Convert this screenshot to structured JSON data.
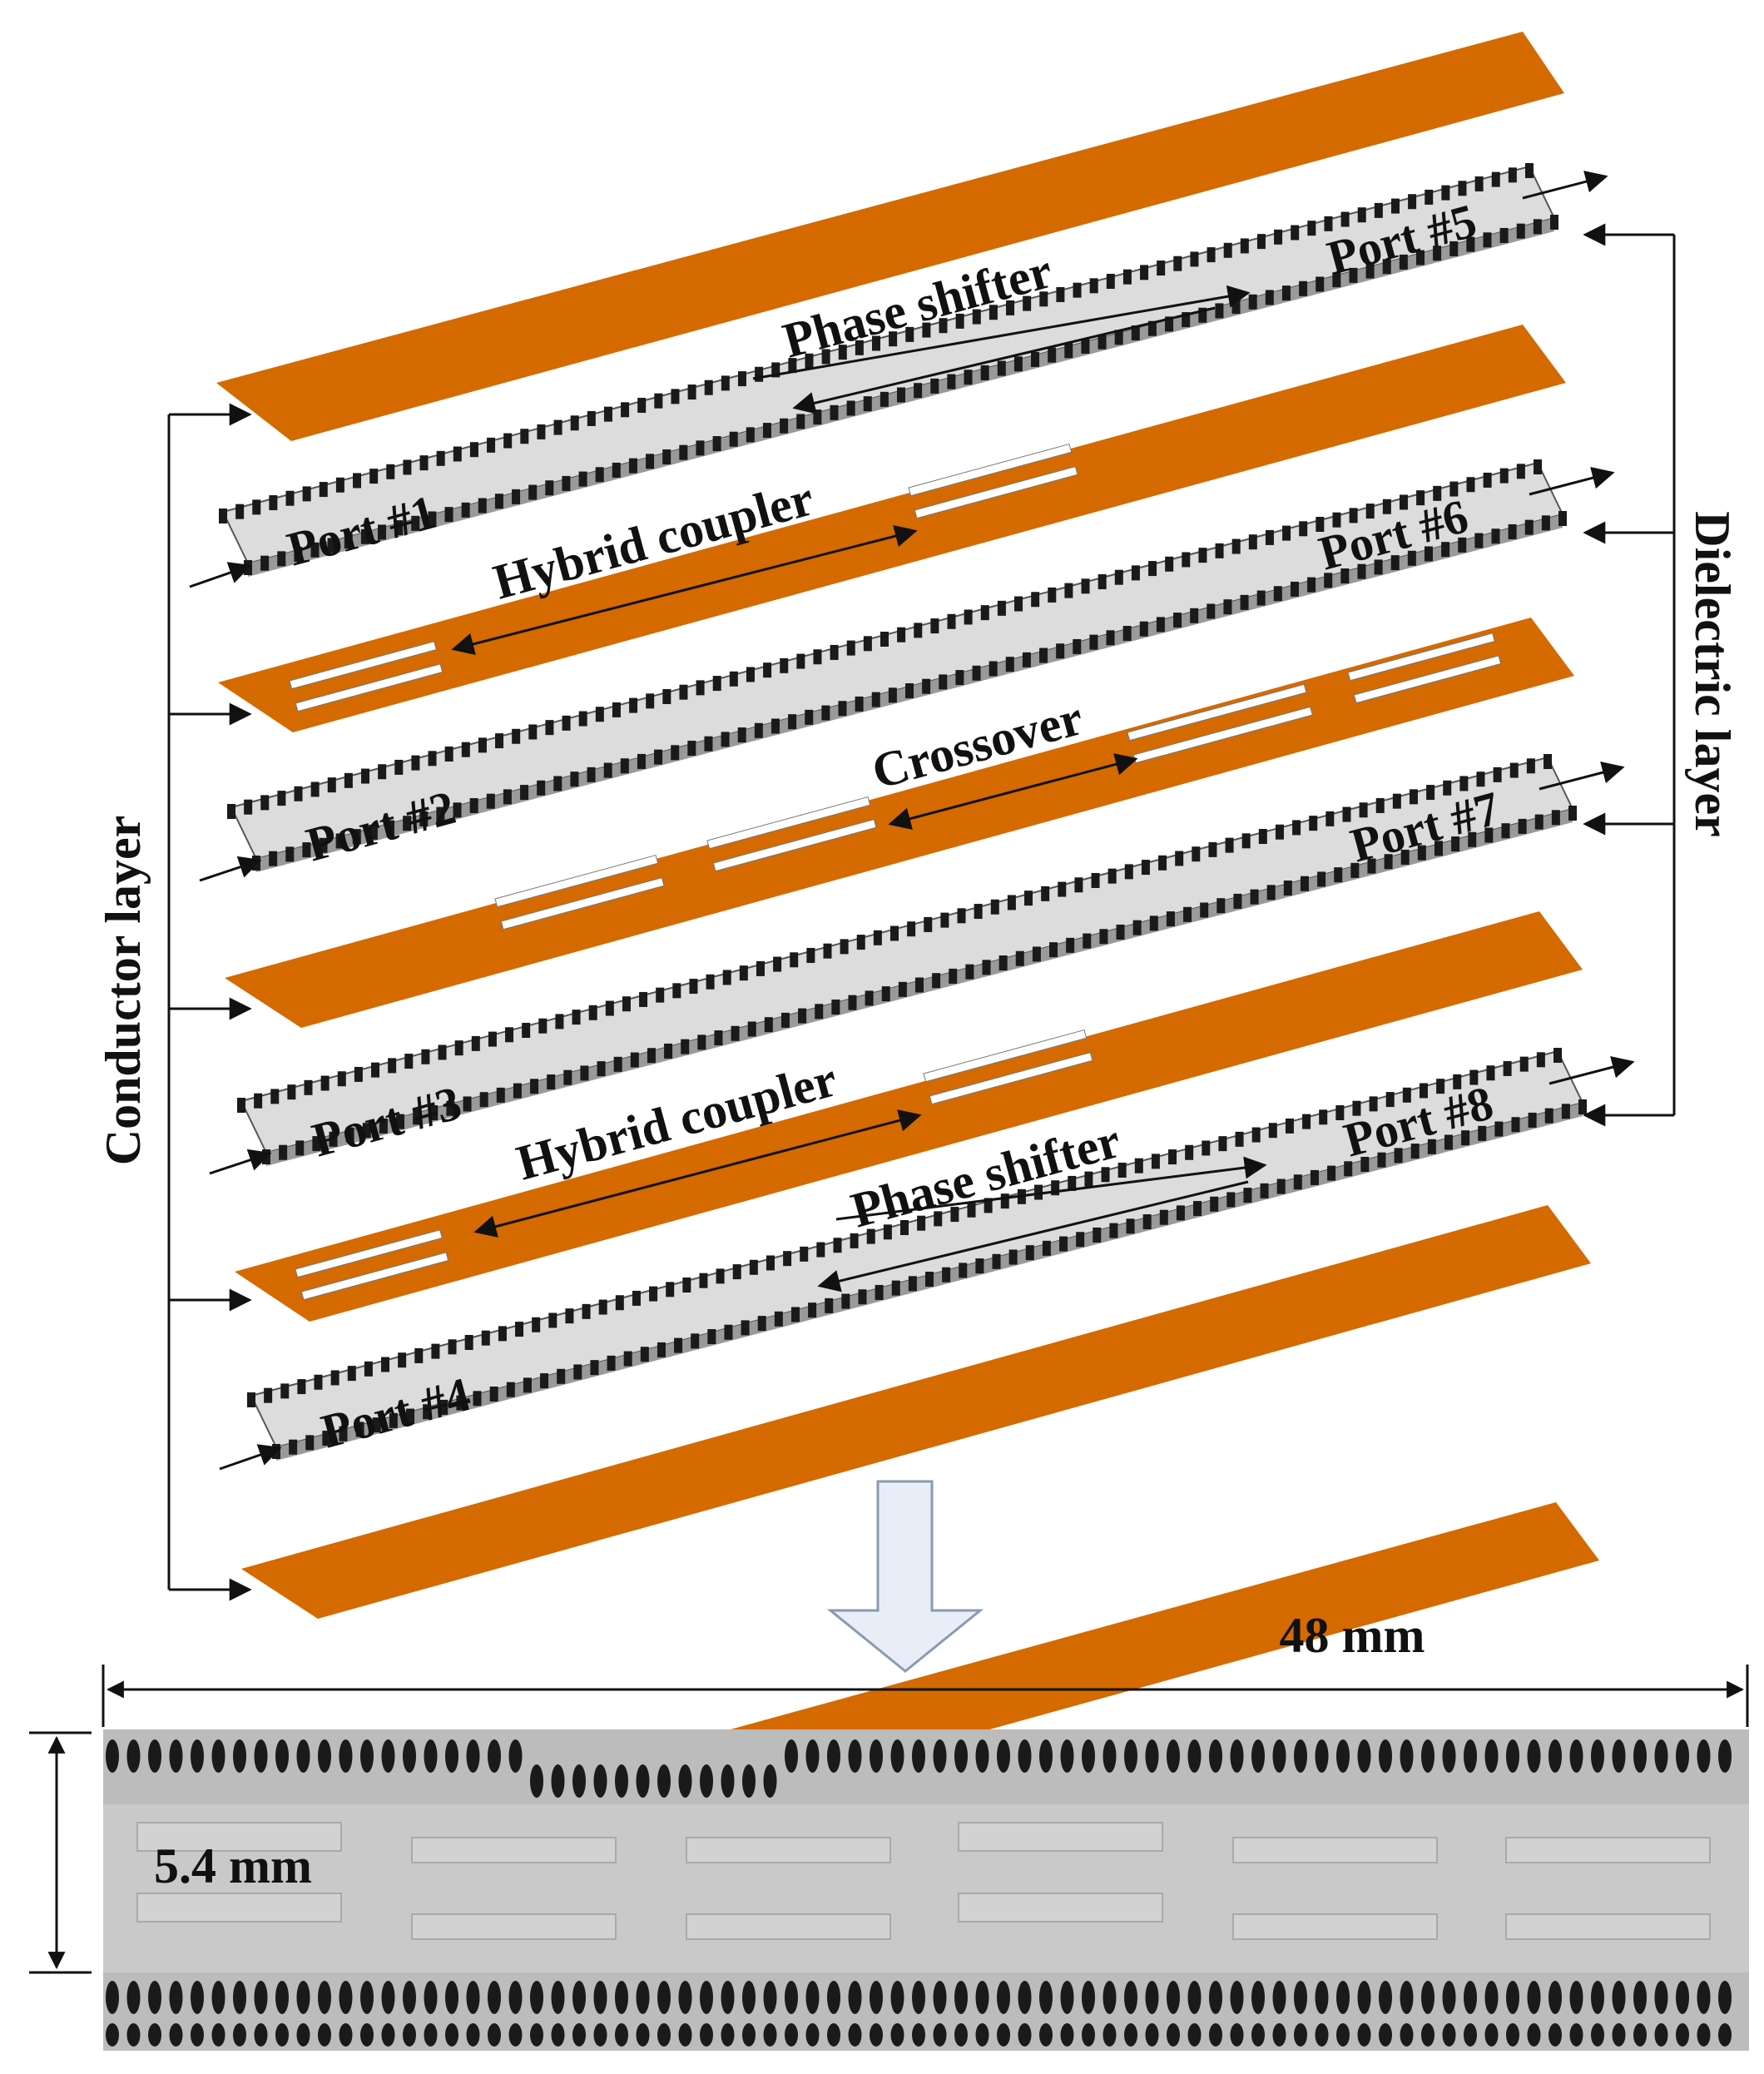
{
  "labels": {
    "conductor_layer": "Conductor layer",
    "dielectric_layer": "Dielectric layer",
    "phase_shifter_top": "Phase shifter",
    "hybrid_coupler_top": "Hybrid coupler",
    "crossover": "Crossover",
    "hybrid_coupler_bottom": "Hybrid coupler",
    "phase_shifter_bottom": "Phase shifter"
  },
  "ports": {
    "p1": "Port #1",
    "p2": "Port #2",
    "p3": "Port #3",
    "p4": "Port #4",
    "p5": "Port #5",
    "p6": "Port #6",
    "p7": "Port #7",
    "p8": "Port #8"
  },
  "dimensions": {
    "length": "48 mm",
    "width": "5.4 mm"
  },
  "colors": {
    "conductor": "#d46a00",
    "dielectric": "#dcdcdc",
    "via": "#1a1a1a",
    "slot": "#ffffff",
    "down_arrow_fill": "#e8eef8",
    "down_arrow_stroke": "#8a9ab0"
  }
}
